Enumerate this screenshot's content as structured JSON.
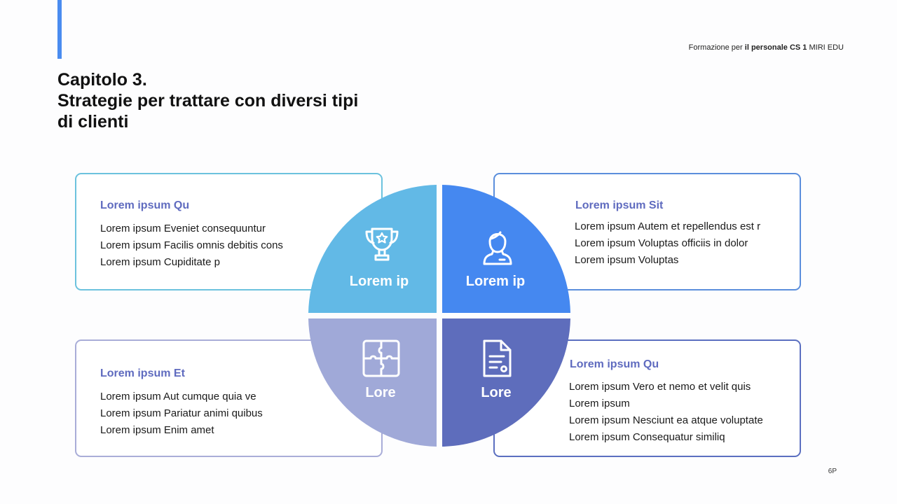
{
  "header": {
    "subtitle_prefix": "Formazione per",
    "subtitle_bold": "il personale CS 1",
    "subtitle_suffix": "MIRI EDU"
  },
  "title": {
    "line1": "Capitolo 3.",
    "line2": "Strategie per trattare con diversi tipi",
    "line3": "di clienti"
  },
  "page_number": "6P",
  "colors": {
    "accent": "#4a8cf0",
    "q_top_left": "#62b9e6",
    "q_top_right": "#4588f0",
    "q_bottom_left": "#a0a9d8",
    "q_bottom_right": "#5e6dbc",
    "box_title": "#5f6bbf"
  },
  "boxes": {
    "top_left": {
      "title": "Lorem ipsum Qu",
      "lines": [
        "Lorem ipsum Eveniet consequuntur",
        "Lorem ipsum Facilis omnis debitis cons",
        "Lorem ipsum Cupiditate p"
      ]
    },
    "top_right": {
      "title": "Lorem ipsum Sit",
      "lines": [
        "Lorem ipsum Autem et repellendus est r",
        "Lorem ipsum Voluptas officiis in dolor",
        "Lorem ipsum Voluptas"
      ]
    },
    "bottom_left": {
      "title": "Lorem ipsum Et",
      "lines": [
        "Lorem ipsum Aut cumque quia ve",
        "Lorem ipsum Pariatur animi quibus",
        "Lorem ipsum Enim amet"
      ]
    },
    "bottom_right": {
      "title": "Lorem ipsum Qu",
      "lines": [
        "Lorem ipsum Vero et nemo et velit quis",
        "Lorem ipsum",
        "Lorem ipsum Nesciunt ea atque voluptate",
        "Lorem ipsum Consequatur similiq"
      ]
    }
  },
  "quadrants": {
    "top_left": {
      "label": "Lorem ip",
      "icon": "trophy-icon"
    },
    "top_right": {
      "label": "Lorem ip",
      "icon": "person-icon"
    },
    "bottom_left": {
      "label": "Lore",
      "icon": "puzzle-icon"
    },
    "bottom_right": {
      "label": "Lore",
      "icon": "document-icon"
    }
  }
}
